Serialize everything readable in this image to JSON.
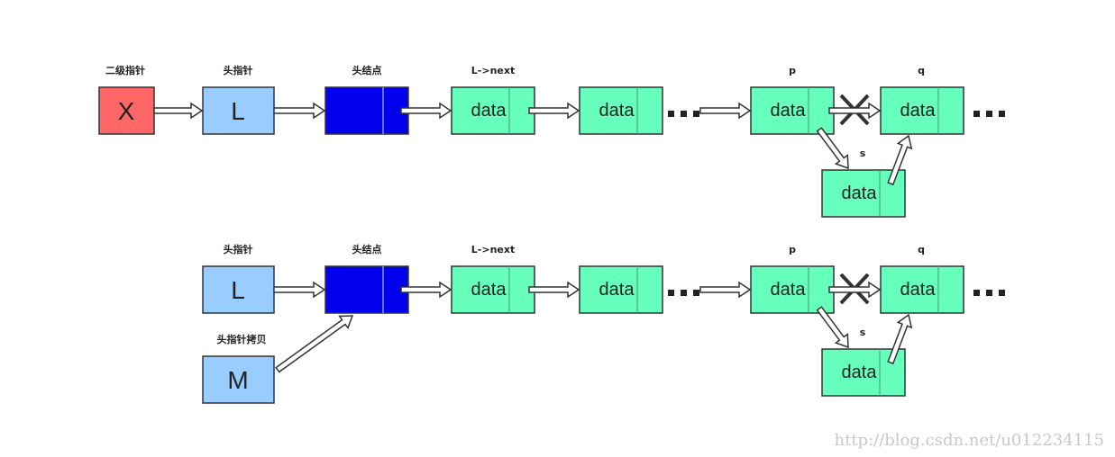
{
  "colors": {
    "x_node": "#ff6666",
    "pointer_node": "#99ccff",
    "head_node": "#0000ee",
    "data_node": "#66ffbb",
    "stroke": "#333333"
  },
  "top_row": {
    "labels": {
      "double_pointer": "二级指针",
      "head_pointer": "头指针",
      "head_node": "头结点",
      "l_next": "L->next",
      "p": "p",
      "q": "q",
      "s": "s"
    },
    "nodes": {
      "x": "X",
      "l": "L",
      "data1": "data",
      "data2": "data",
      "data_p": "data",
      "data_q": "data",
      "data_s": "data"
    },
    "ellipsis_mid": "...",
    "ellipsis_end": "..."
  },
  "bottom_row": {
    "labels": {
      "head_pointer": "头指针",
      "head_node": "头结点",
      "l_next": "L->next",
      "p": "p",
      "q": "q",
      "s": "s",
      "head_pointer_copy": "头指针拷贝"
    },
    "nodes": {
      "l": "L",
      "m": "M",
      "data1": "data",
      "data2": "data",
      "data_p": "data",
      "data_q": "data",
      "data_s": "data"
    },
    "ellipsis_mid": "...",
    "ellipsis_end": "..."
  },
  "watermark": "http://blog.csdn.net/u012234115"
}
